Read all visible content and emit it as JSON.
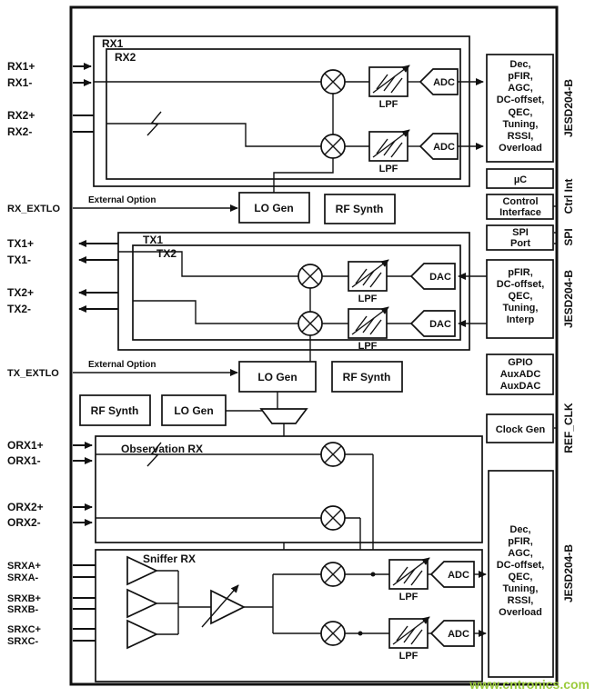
{
  "watermark": "www.cntronics.com",
  "pins": {
    "rx1p": "RX1+",
    "rx1n": "RX1-",
    "rx2p": "RX2+",
    "rx2n": "RX2-",
    "rx_extlo": "RX_EXTLO",
    "tx1p": "TX1+",
    "tx1n": "TX1-",
    "tx2p": "TX2+",
    "tx2n": "TX2-",
    "tx_extlo": "TX_EXTLO",
    "orx1p": "ORX1+",
    "orx1n": "ORX1-",
    "orx2p": "ORX2+",
    "orx2n": "ORX2-",
    "srxap": "SRXA+",
    "srxan": "SRXA-",
    "srxbp": "SRXB+",
    "srxbn": "SRXB-",
    "srxcp": "SRXC+",
    "srxcn": "SRXC-"
  },
  "interfaces": {
    "jesd_rx": "JESD204-B",
    "ctrl_int": "Ctrl Int",
    "spi": "SPI",
    "jesd_tx": "JESD204-B",
    "ref_clk": "REF_CLK",
    "jesd_orx": "JESD204-B"
  },
  "sections": {
    "rx1": "RX1",
    "rx2": "RX2",
    "tx1": "TX1",
    "tx2": "TX2",
    "observation_rx": "Observation RX",
    "sniffer_rx": "Sniffer RX"
  },
  "labels": {
    "external_option_rx": "External Option",
    "external_option_tx": "External Option",
    "lo_gen_rx": "LO Gen",
    "rf_synth_rx": "RF Synth",
    "lo_gen_tx": "LO Gen",
    "rf_synth_tx": "RF Synth",
    "rf_synth_aux": "RF Synth",
    "lo_gen_aux": "LO Gen",
    "lpf": "LPF",
    "adc": "ADC",
    "dac": "DAC",
    "uc": "µC",
    "clock_gen": "Clock Gen"
  },
  "blocks": {
    "rx_datapath": [
      "Dec,",
      "pFIR,",
      "AGC,",
      "DC-offset,",
      "QEC,",
      "Tuning,",
      "RSSI,",
      "Overload"
    ],
    "control_interface": [
      "Control",
      "Interface"
    ],
    "spi_port": [
      "SPI",
      "Port"
    ],
    "tx_datapath": [
      "pFIR,",
      "DC-offset,",
      "QEC,",
      "Tuning,",
      "Interp"
    ],
    "gpio": [
      "GPIO",
      "AuxADC",
      "AuxDAC"
    ],
    "orx_datapath": [
      "Dec,",
      "pFIR,",
      "AGC,",
      "DC-offset,",
      "QEC,",
      "Tuning,",
      "RSSI,",
      "Overload"
    ]
  },
  "colors": {
    "line": "#111111",
    "watermark": "#9BCB3C"
  }
}
